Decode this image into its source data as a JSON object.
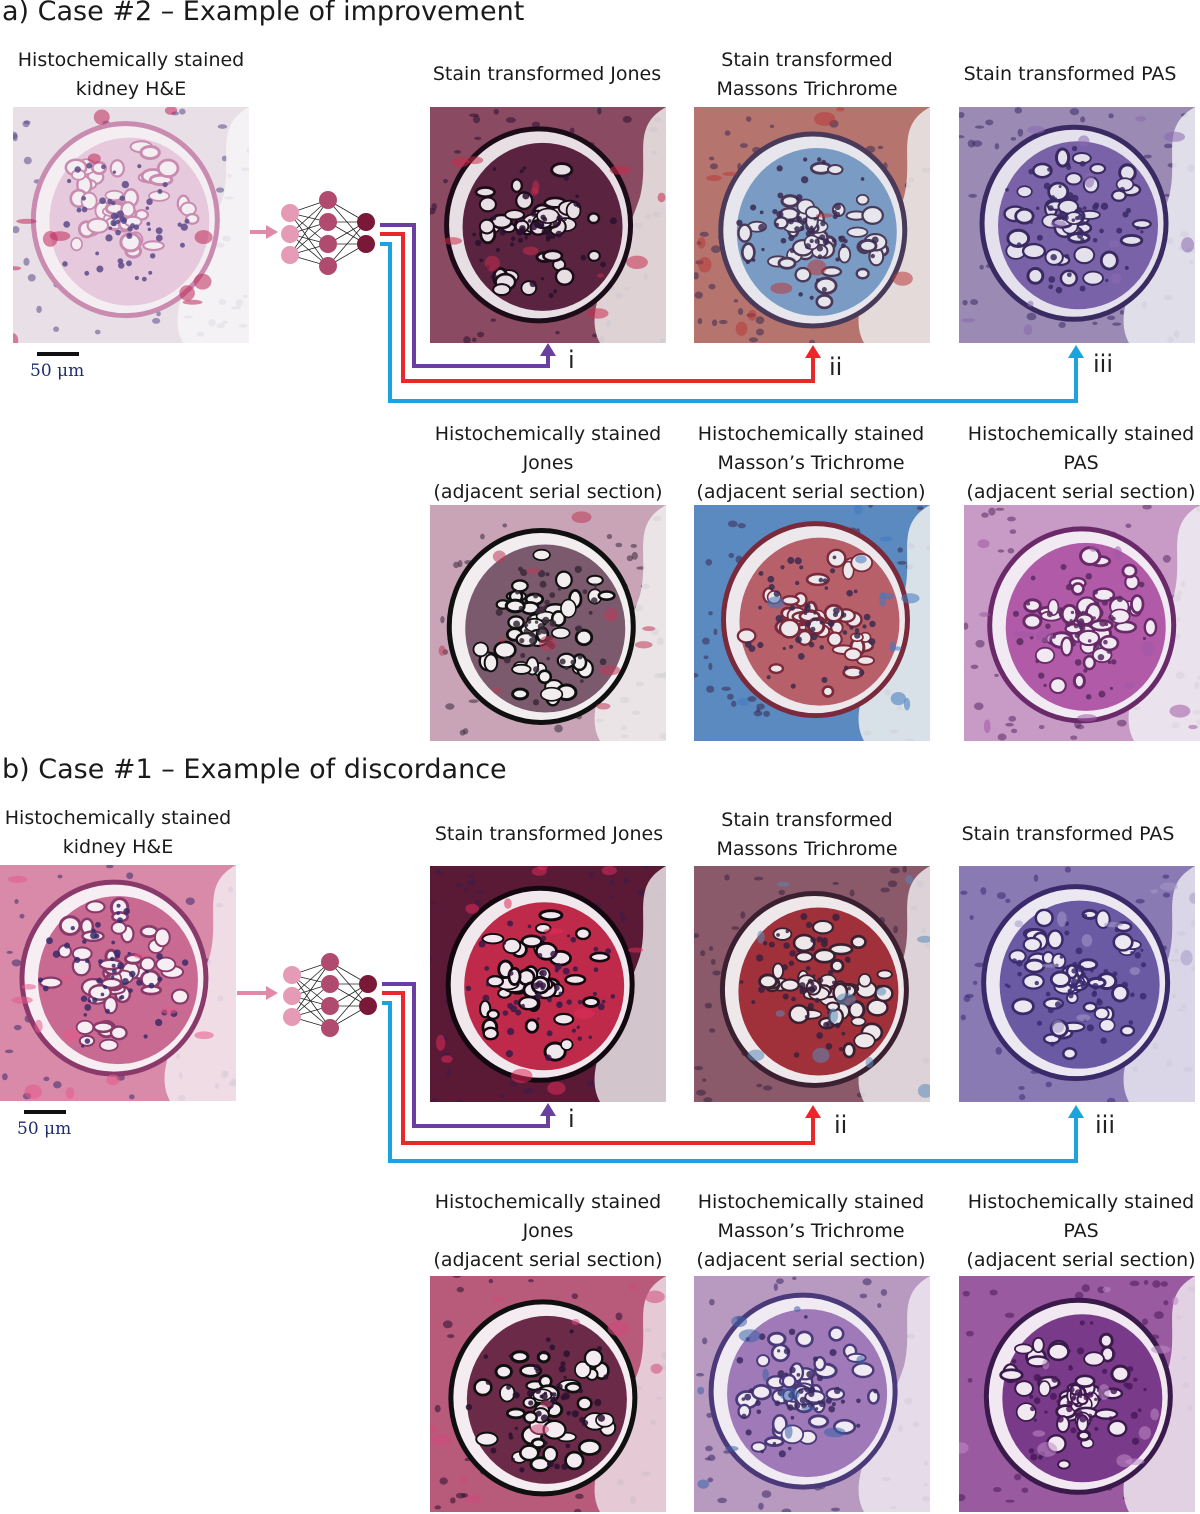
{
  "panels": [
    {
      "title": "a) Case #2 – Example of improvement",
      "input_caption": [
        "Histochemically stained",
        "kidney H&E"
      ],
      "scale_label": "50 μm",
      "transformed": [
        {
          "caption": [
            "Stain transformed Jones"
          ],
          "marker": "i"
        },
        {
          "caption": [
            "Stain transformed",
            "Massons Trichrome"
          ],
          "marker": "ii"
        },
        {
          "caption": [
            "Stain transformed PAS"
          ],
          "marker": "iii"
        }
      ],
      "reference": [
        {
          "caption": [
            "Histochemically stained",
            "Jones",
            "(adjacent serial section)"
          ]
        },
        {
          "caption": [
            "Histochemically stained",
            "Masson’s Trichrome",
            "(adjacent serial section)"
          ]
        },
        {
          "caption": [
            "Histochemically stained",
            "PAS",
            "(adjacent serial section)"
          ]
        }
      ]
    },
    {
      "title": "b) Case #1 – Example of discordance",
      "input_caption": [
        "Histochemically stained",
        "kidney H&E"
      ],
      "scale_label": "50 μm",
      "transformed": [
        {
          "caption": [
            "Stain transformed Jones"
          ],
          "marker": "i"
        },
        {
          "caption": [
            "Stain transformed",
            "Massons Trichrome"
          ],
          "marker": "ii"
        },
        {
          "caption": [
            "Stain transformed PAS"
          ],
          "marker": "iii"
        }
      ],
      "reference": [
        {
          "caption": [
            "Histochemically stained",
            "Jones",
            "(adjacent serial section)"
          ]
        },
        {
          "caption": [
            "Histochemically stained",
            "Masson’s Trichrome",
            "(adjacent serial section)"
          ]
        },
        {
          "caption": [
            "Histochemically stained",
            "PAS",
            "(adjacent serial section)"
          ]
        }
      ]
    }
  ],
  "colors": {
    "arrow_jones": "#6b3fa0",
    "arrow_trichrome": "#e8282b",
    "arrow_pas": "#1aa3dc",
    "input_arrow": "#e08aa8",
    "neuron_input": "#e59ab5",
    "neuron_hidden": "#b04a6e",
    "neuron_output": "#7a1838"
  },
  "icons": {
    "network": "neural-network-icon",
    "tissue": "tissue-micrograph"
  }
}
